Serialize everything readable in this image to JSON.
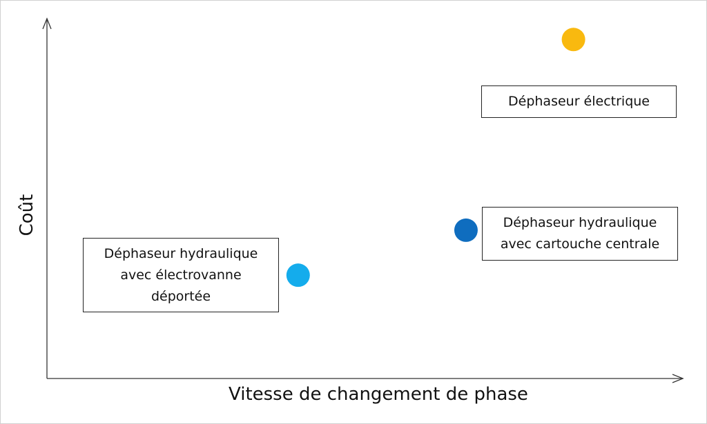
{
  "chart_data": {
    "type": "scatter",
    "xlabel": "Vitesse de changement de phase",
    "ylabel": "Coût",
    "xlim": [
      0,
      1
    ],
    "ylim": [
      0,
      1
    ],
    "grid": false,
    "points": [
      {
        "label_lines": [
          "Déphaseur électrique"
        ],
        "x": 0.828,
        "y": 0.942,
        "color": "#F9B90F"
      },
      {
        "label_lines": [
          "Déphaseur hydraulique",
          "avec cartouche centrale"
        ],
        "x": 0.659,
        "y": 0.412,
        "color": "#0F6DBF"
      },
      {
        "label_lines": [
          "Déphaseur hydraulique",
          "avec électrovanne",
          "déportée"
        ],
        "x": 0.395,
        "y": 0.287,
        "color": "#14ACEC"
      }
    ]
  }
}
